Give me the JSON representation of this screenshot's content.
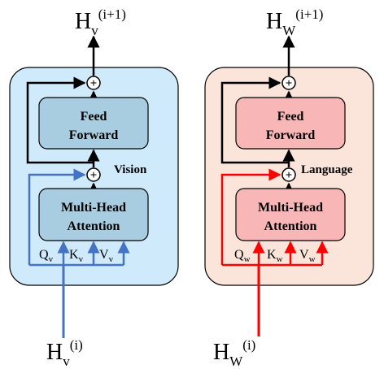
{
  "left_block": {
    "label": "Vision",
    "top_output": {
      "base": "H",
      "sub": "v",
      "sup": "(i+1)"
    },
    "bottom_input": {
      "base": "H",
      "sub": "v",
      "sup": "(i)"
    },
    "ff_line1": "Feed",
    "ff_line2": "Forward",
    "mha_line1": "Multi-Head",
    "mha_line2": "Attention",
    "q": {
      "base": "Q",
      "sub": "v"
    },
    "k": {
      "base": "K",
      "sub": "v"
    },
    "v": {
      "base": "V",
      "sub": "v"
    },
    "colors": {
      "panel": "#cfeafb",
      "box": "#a9cde0",
      "arrow": "#4472c4"
    }
  },
  "right_block": {
    "label": "Language",
    "top_output": {
      "base": "H",
      "sub": "W",
      "sup": "(i+1)"
    },
    "bottom_input": {
      "base": "H",
      "sub": "W",
      "sup": "(i)"
    },
    "ff_line1": "Feed",
    "ff_line2": "Forward",
    "mha_line1": "Multi-Head",
    "mha_line2": "Attention",
    "q": {
      "base": "Q",
      "sub": "w"
    },
    "k": {
      "base": "K",
      "sub": "w"
    },
    "v": {
      "base": "V",
      "sub": "w"
    },
    "colors": {
      "panel": "#fbe4da",
      "box": "#f8b6b6",
      "arrow": "#ff0000"
    }
  },
  "plus_symbol": "+"
}
